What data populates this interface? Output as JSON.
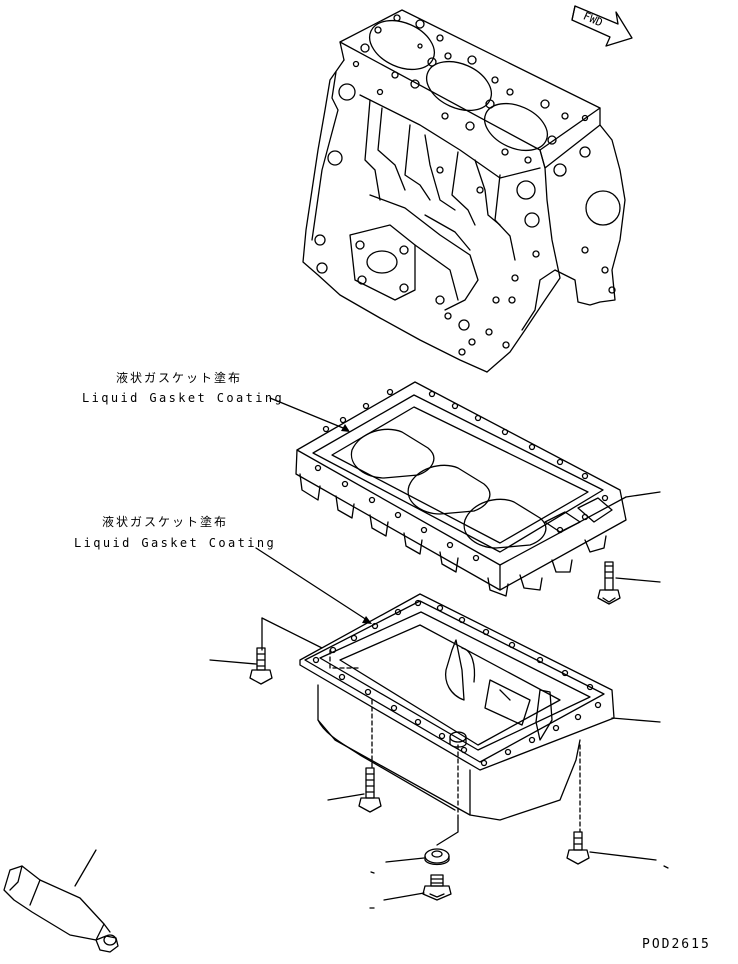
{
  "annotations": {
    "upper": {
      "jp": "液状ガスケット塗布",
      "en": "Liquid Gasket Coating"
    },
    "lower": {
      "jp": "液状ガスケット塗布",
      "en": "Liquid Gasket Coating"
    }
  },
  "fwd_marker": "FWD",
  "drawing_code": "POD2615",
  "colors": {
    "line": "#000000",
    "background": "#ffffff"
  }
}
